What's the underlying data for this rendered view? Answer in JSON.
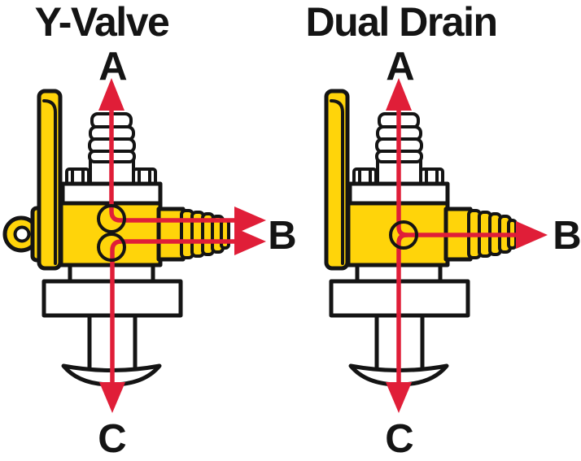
{
  "colors": {
    "yellow": "#FFD40A",
    "red": "#E01E38",
    "ink": "#141414",
    "background": "#FFFFFF"
  },
  "valves": [
    {
      "title": "Y-Valve",
      "port_top": "A",
      "port_side": "B",
      "port_bottom": "C"
    },
    {
      "title": "Dual Drain",
      "port_top": "A",
      "port_side": "B",
      "port_bottom": "C"
    }
  ]
}
